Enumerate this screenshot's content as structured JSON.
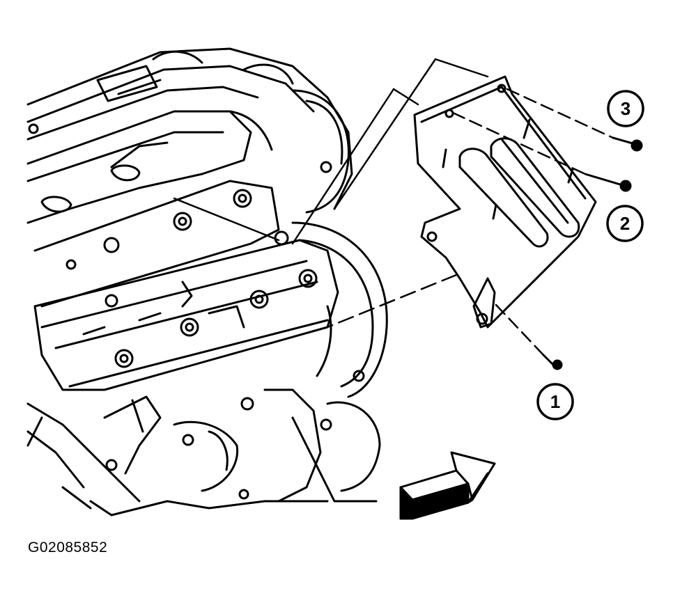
{
  "figure_id": "G02085852",
  "callouts": [
    {
      "number": "1",
      "part": "bracket-lower-bolt"
    },
    {
      "number": "2",
      "part": "bracket-middle-bolt"
    },
    {
      "number": "3",
      "part": "bracket-upper-bolt"
    }
  ],
  "colors": {
    "ink": "#000000",
    "paper": "#ffffff"
  },
  "icons": {
    "direction_arrow": "front-of-vehicle-arrow-icon"
  }
}
